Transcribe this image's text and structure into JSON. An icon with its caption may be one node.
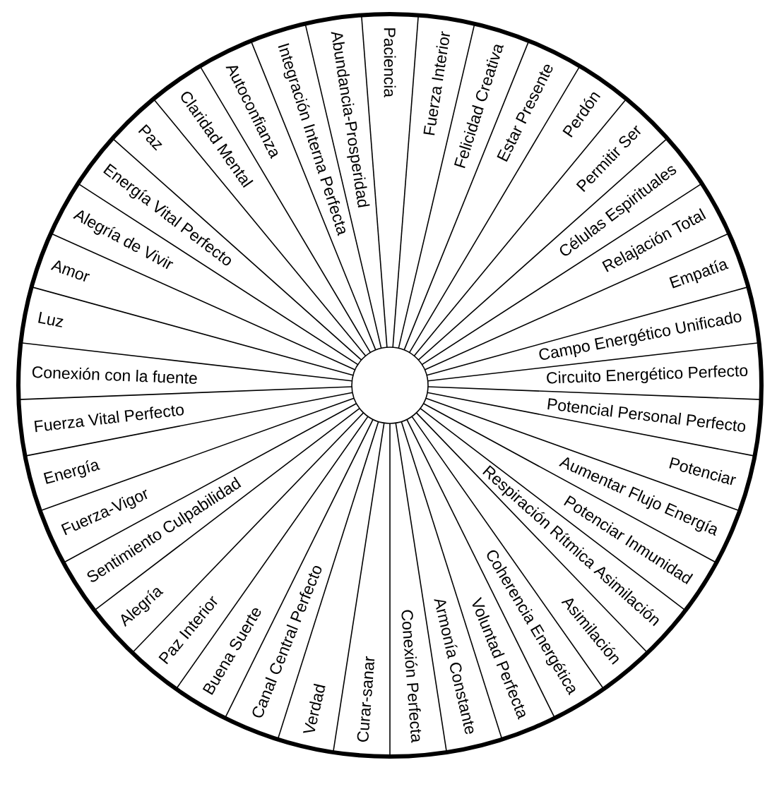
{
  "diagram": {
    "nodes": [
      {
        "text": [
          "Paciencia"
        ]
      },
      {
        "text": [
          "Fuerza Interior"
        ]
      },
      {
        "text": [
          "Felicidad Creativa"
        ]
      },
      {
        "text": [
          "Estar Presente"
        ]
      },
      {
        "text": [
          "Perdón"
        ]
      },
      {
        "text": [
          "Permitir Ser"
        ]
      },
      {
        "text": [
          "Células Espirituales"
        ]
      },
      {
        "text": [
          "Relajación Total"
        ]
      },
      {
        "text": [
          "Empatía"
        ]
      },
      {
        "text": [
          "Campo Energético Unificado"
        ]
      },
      {
        "text": [
          "Circuito Energético Perfecto"
        ]
      },
      {
        "text": [
          "Potencial Personal Perfecto"
        ]
      },
      {
        "text": [
          "Potenciar"
        ]
      },
      {
        "text": [
          "Aumentar Flujo Energía"
        ]
      },
      {
        "text": [
          "Potenciar Inmunidad"
        ]
      },
      {
        "text": [
          "Respiración Rítmica Asimilación"
        ]
      },
      {
        "text": [
          "Asimilación"
        ]
      },
      {
        "text": [
          "Coherencia Energética"
        ]
      },
      {
        "text": [
          "Voluntad Perfecta"
        ]
      },
      {
        "text": [
          "Armonía Constante"
        ]
      },
      {
        "text": [
          "Conexión Perfecta"
        ]
      },
      {
        "text": [
          "Curar-sanar"
        ]
      },
      {
        "text": [
          "Verdad"
        ]
      },
      {
        "text": [
          "Canal Central Perfecto"
        ]
      },
      {
        "text": [
          "Buena Suerte"
        ]
      },
      {
        "text": [
          "Paz Interior"
        ]
      },
      {
        "text": [
          "Alegría"
        ]
      },
      {
        "text": [
          "Sentimiento Culpabilidad"
        ]
      },
      {
        "text": [
          "Fuerza-Vigor"
        ]
      },
      {
        "text": [
          "Energía"
        ]
      },
      {
        "text": [
          "Fuerza Vital Perfecto"
        ]
      },
      {
        "text": [
          "Conexión con la fuente"
        ]
      },
      {
        "text": [
          "Luz"
        ]
      },
      {
        "text": [
          "Amor"
        ]
      },
      {
        "text": [
          "Alegría de Vivir"
        ]
      },
      {
        "text": [
          "Energía Vital Perfecto"
        ]
      },
      {
        "text": [
          "Paz"
        ]
      },
      {
        "text": [
          "Claridad Mental"
        ]
      },
      {
        "text": [
          "Autoconfianza"
        ]
      },
      {
        "text": [
          "Integración Interna Perfecta"
        ]
      },
      {
        "text": [
          "Abundancia-Prosperidad"
        ]
      }
    ]
  }
}
